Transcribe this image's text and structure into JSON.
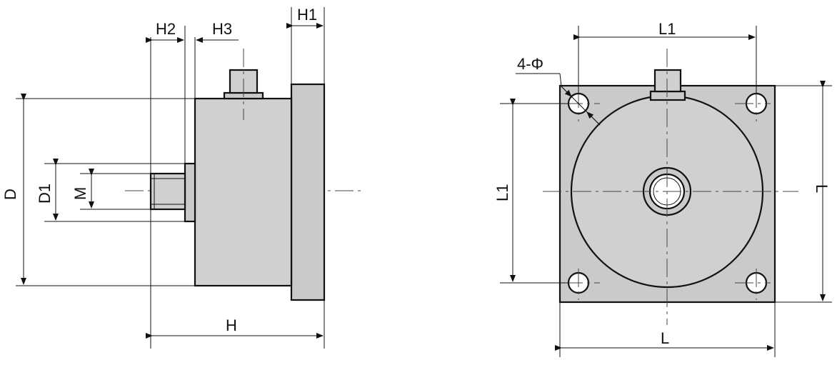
{
  "side_view": {
    "labels": {
      "H1": "H1",
      "H2": "H2",
      "H3": "H3",
      "D": "D",
      "D1": "D1",
      "M": "M",
      "H": "H"
    }
  },
  "front_view": {
    "labels": {
      "L1_top": "L1",
      "L1_left": "L1",
      "L_right": "L",
      "L_bottom": "L",
      "holes": "4-Φ"
    }
  },
  "colors": {
    "line": "#111111",
    "fill": "#cfd0d1",
    "background": "#ffffff"
  }
}
